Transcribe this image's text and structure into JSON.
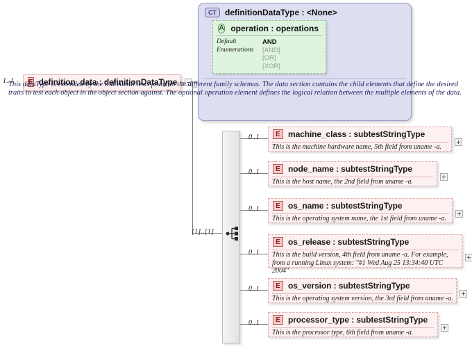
{
  "diagram": {
    "kind": "xml-schema-element-diagram",
    "root": {
      "cardinality": "1..1",
      "badge": "E",
      "badge_expand": "+",
      "title": "definition_data : definitionDataType",
      "toggle": "minus"
    },
    "complex_type": {
      "badge": "CT",
      "title": "definitionDataType : <None>",
      "description": "This dataType is extended by the individual tests found in the different family schemas.  The data section contains the child elements that define the desired traits to test each object in the object section against.  The optional operation element defines the logical relation between the multiple elements of the data.",
      "attribute": {
        "badge": "A",
        "title": "operation : operations",
        "rows": [
          {
            "key": "Default",
            "value": "AND",
            "style": "strong"
          },
          {
            "key": "Enumerations",
            "value": "[AND]",
            "style": "dim"
          },
          {
            "key": "",
            "value": "[OR]",
            "style": "dim"
          },
          {
            "key": "",
            "value": "[XOR]",
            "style": "dim"
          }
        ]
      }
    },
    "compositor": {
      "type": "all",
      "cardinality": "[1]..[1]"
    },
    "children": [
      {
        "cardinality": "0..1",
        "badge": "E",
        "title": "machine_class : subtestStringType",
        "description": "This is the machine hardware name, 5th field from uname -a.",
        "toggle": "plus"
      },
      {
        "cardinality": "0..1",
        "badge": "E",
        "title": "node_name : subtestStringType",
        "description": "This is the host name, the 2nd field from uname -a.",
        "toggle": "plus"
      },
      {
        "cardinality": "0..1",
        "badge": "E",
        "title": "os_name : subtestStringType",
        "description": "This is the operating system name, the 1st field from uname -a.",
        "toggle": "plus"
      },
      {
        "cardinality": "0..1",
        "badge": "E",
        "title": "os_release : subtestStringType",
        "description": "This is the build version, 4th field from uname -a. For example, from a running Linux system: \"#1 Wed Aug 25 13:34:40 UTC 2004\"",
        "toggle": "plus"
      },
      {
        "cardinality": "0..1",
        "badge": "E",
        "title": "os_version : subtestStringType",
        "description": "This is the operating system version, the 3rd field from uname -a.",
        "toggle": "plus"
      },
      {
        "cardinality": "0..1",
        "badge": "E",
        "title": "processor_type : subtestStringType",
        "description": "This is the processor type, 6th field from uname -a.",
        "toggle": "plus"
      }
    ],
    "colors": {
      "element_fill": "#fdf0f0",
      "element_border": "#e8b6b6",
      "complextype_fill": "#dedef2",
      "complextype_border": "#9a9ac4",
      "attribute_fill": "#dff4df",
      "attribute_border": "#8fbf8f",
      "connector": "#808080"
    }
  }
}
